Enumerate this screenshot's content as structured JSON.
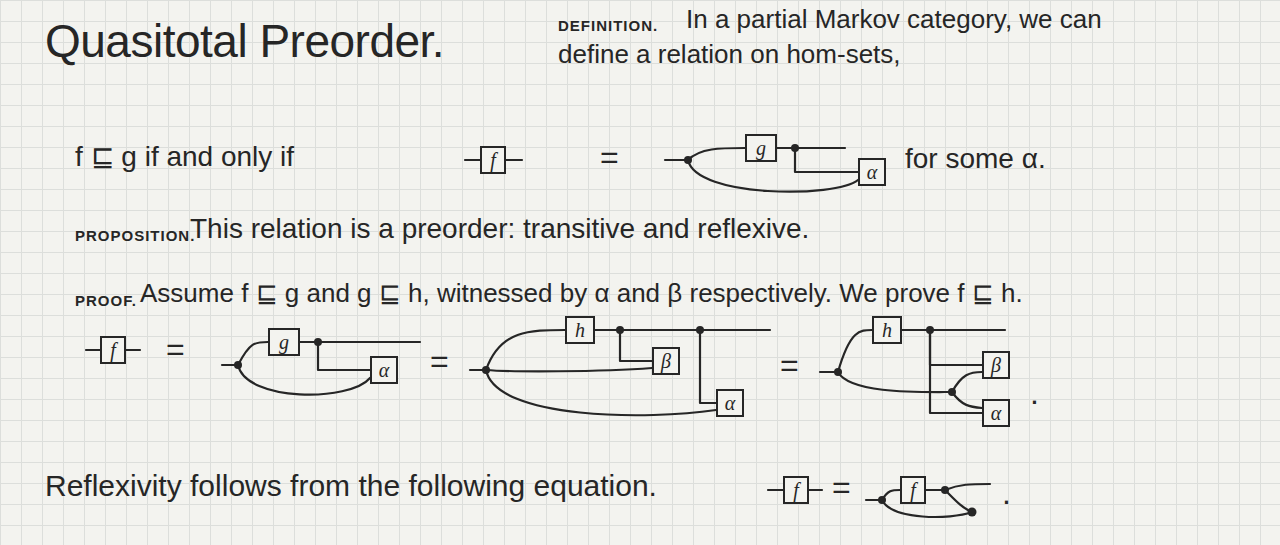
{
  "diagram": {
    "title": "Quasitotal Preorder.",
    "nodes": [
      {
        "text": [
          "f"
        ]
      },
      {
        "text": [
          "g"
        ]
      },
      {
        "text": [
          "α"
        ]
      },
      {
        "text": [
          "f"
        ]
      },
      {
        "text": [
          "g"
        ]
      },
      {
        "text": [
          "α"
        ]
      },
      {
        "text": [
          "h"
        ]
      },
      {
        "text": [
          "β"
        ]
      },
      {
        "text": [
          "α"
        ]
      },
      {
        "text": [
          "h"
        ]
      },
      {
        "text": [
          "β"
        ]
      },
      {
        "text": [
          "α"
        ]
      },
      {
        "text": [
          "f"
        ]
      },
      {
        "text": [
          "f"
        ]
      }
    ],
    "edges": [
      {
        "from": 1,
        "to": 2,
        "arrow": "none"
      },
      {
        "from": 4,
        "to": 5,
        "arrow": "none"
      },
      {
        "from": 6,
        "to": 7,
        "arrow": "none"
      },
      {
        "from": 6,
        "to": 8,
        "arrow": "none"
      },
      {
        "from": 9,
        "to": 10,
        "arrow": "none"
      },
      {
        "from": 9,
        "to": 11,
        "arrow": "none"
      }
    ],
    "labels": [
      "DEFINITION.",
      "In a partial Markov category, we can define a relation on hom-sets,",
      "f ⊑ g if and only if",
      "=",
      "for some α.",
      "PROPOSITION.",
      "This relation is a preorder: transitive and reflexive.",
      "PROOF.",
      "Assume f ⊑ g and g ⊑ h, witnessed by α and β respectively. We prove f ⊑ h.",
      "=",
      "=",
      "=",
      ".",
      "Reflexivity follows from the following equation.",
      "=",
      "."
    ]
  }
}
